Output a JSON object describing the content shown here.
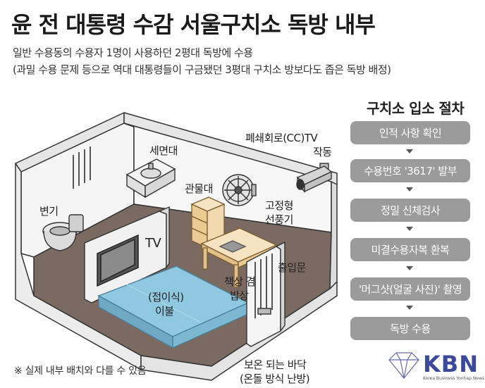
{
  "header": {
    "title": "윤 전 대통령 수감 서울구치소 독방 내부",
    "subtitle_1": "일반 수용동의 수용자 1명이 사용하던 2평대 독방에 수용",
    "subtitle_2": "(과밀 수용 문제 등으로 역대 대통령들이 구금됐던 3평대 구치소 방보다도 좁은 독방 배정)"
  },
  "illustration": {
    "labels": {
      "sink": "세면대",
      "cctv_1": "폐쇄회로(CC)TV",
      "cctv_2": "작동",
      "toilet": "변기",
      "cabinet": "관물대",
      "fan_1": "고정형",
      "fan_2": "선풍기",
      "tv": "TV",
      "door": "출입문",
      "desk_1": "책상 겸",
      "desk_2": "밥상",
      "bedding_1": "(접이식)",
      "bedding_2": "이불",
      "floor_1": "보온 되는 바닥",
      "floor_2": "(온돌 방식 난방)"
    },
    "colors": {
      "floor": "#7a6a62",
      "bedding": "#8fc8e0",
      "furniture": "#f2d9b0",
      "wall": "#f2f2f2"
    }
  },
  "procedure": {
    "title": "구치소 입소 절차",
    "steps": [
      "인적 사항 확인",
      "수용번호 '3617' 발부",
      "정밀 신체검사",
      "미결수용자복 환복",
      "'머그샷(얼굴 사진)' 촬영",
      "독방 수용"
    ]
  },
  "footer": {
    "note": "※ 실제 내부 배치와 다를 수 있음"
  },
  "logo": {
    "name": "KBN",
    "tagline": "Korea Business Yonhap News",
    "icon": "diamond-icon"
  }
}
